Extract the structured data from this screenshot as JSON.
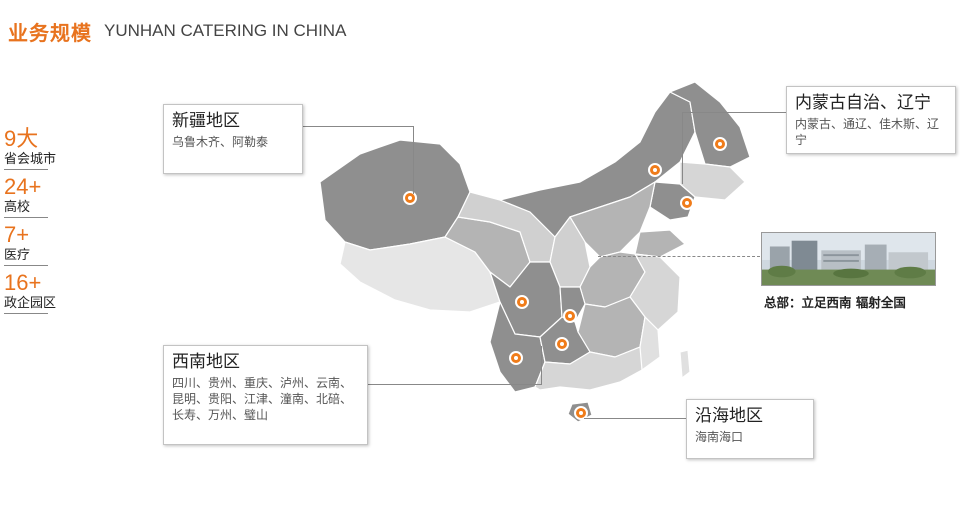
{
  "header": {
    "title_cn": "业务规模",
    "title_en": "YUNHAN CATERING IN CHINA"
  },
  "stats": [
    {
      "value": "9大",
      "label": "省会城市"
    },
    {
      "value": "24+",
      "label": "高校"
    },
    {
      "value": "7+",
      "label": "医疗"
    },
    {
      "value": "16+",
      "label": "政企园区"
    }
  ],
  "regions": {
    "xinjiang": {
      "title": "新疆地区",
      "desc": "乌鲁木齐、阿勒泰"
    },
    "neimenggu": {
      "title": "内蒙古自治、辽宁",
      "desc": "内蒙古、通辽、佳木斯、辽宁"
    },
    "xinan": {
      "title": "西南地区",
      "desc": "四川、贵州、重庆、泸州、云南、昆明、贵阳、江津、潼南、北碚、长寿、万州、璧山"
    },
    "yanhai": {
      "title": "沿海地区",
      "desc": "海南海口"
    }
  },
  "headquarters": {
    "caption": "总部：立足西南 辐射全国"
  },
  "colors": {
    "accent": "#e8731e",
    "pin": "#f07c1a",
    "map_dark": "#8f8f8f",
    "map_mid": "#b4b4b4",
    "map_light": "#e4e4e4"
  },
  "icons": [
    "map-pin-icon"
  ]
}
